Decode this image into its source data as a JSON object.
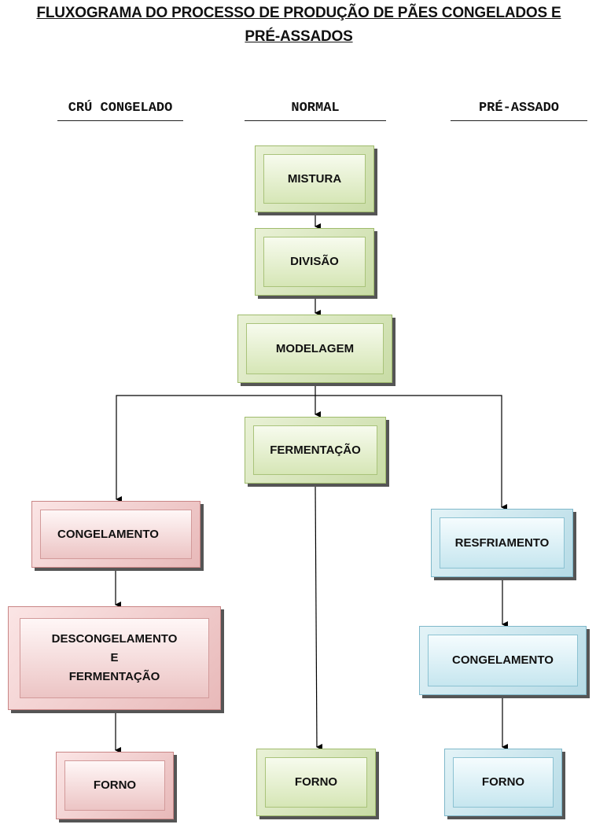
{
  "title": {
    "line1": "FLUXOGRAMA DO PROCESSO DE PRODUÇÃO DE PÃES CONGELADOS E",
    "line2": "PRÉ-ASSADOS"
  },
  "columns": {
    "left": "CRÚ CONGELADO",
    "center": "NORMAL",
    "right": "PRÉ-ASSADO"
  },
  "colors": {
    "normal": "#d6e6b6",
    "cru_congelado": "#ecc4c4",
    "pre_assado": "#c6e6ef"
  },
  "nodes": {
    "mistura": "MISTURA",
    "divisao": "DIVISÃO",
    "modelagem": "MODELAGEM",
    "fermentacao": "FERMENTAÇÃO",
    "forno_normal": "FORNO",
    "congelamento_cru": "CONGELAMENTO",
    "descongelamento": "DESCONGELAMENTO\nE\nFERMENTAÇÃO",
    "forno_cru": "FORNO",
    "resfriamento": "RESFRIAMENTO",
    "congelamento_pre": "CONGELAMENTO",
    "forno_pre": "FORNO"
  }
}
